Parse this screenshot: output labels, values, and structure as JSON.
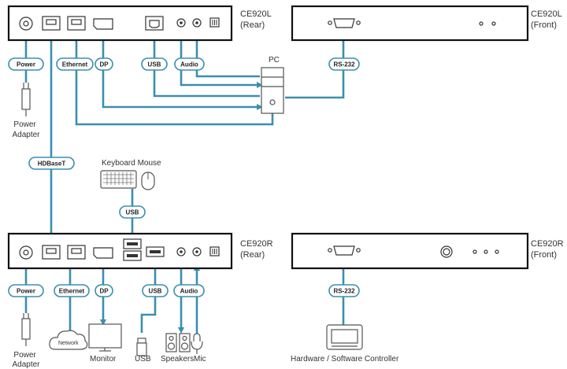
{
  "colors": {
    "cable": "#3a8fb0",
    "device_outline": "#111111",
    "text": "#333333"
  },
  "devices": {
    "ce920l_rear": "CE920L\n(Rear)",
    "ce920l_front": "CE920L\n(Front)",
    "ce920r_rear": "CE920R\n(Rear)",
    "ce920r_front": "CE920R\n(Front)"
  },
  "labels": {
    "pc": "PC",
    "keyboard_mouse": "Keyboard Mouse",
    "power_adapter": "Power\nAdapter",
    "monitor": "Monitor",
    "usb": "USB",
    "speakers": "Speakers",
    "mic": "Mic",
    "hw_controller": "Hardware / Software Controller",
    "network": "Network"
  },
  "cables": {
    "power": "Power",
    "ethernet": "Ethernet",
    "dp": "DP",
    "usb": "USB",
    "audio": "Audio",
    "rs232": "RS-232",
    "hdbaset": "HDBaseT"
  }
}
